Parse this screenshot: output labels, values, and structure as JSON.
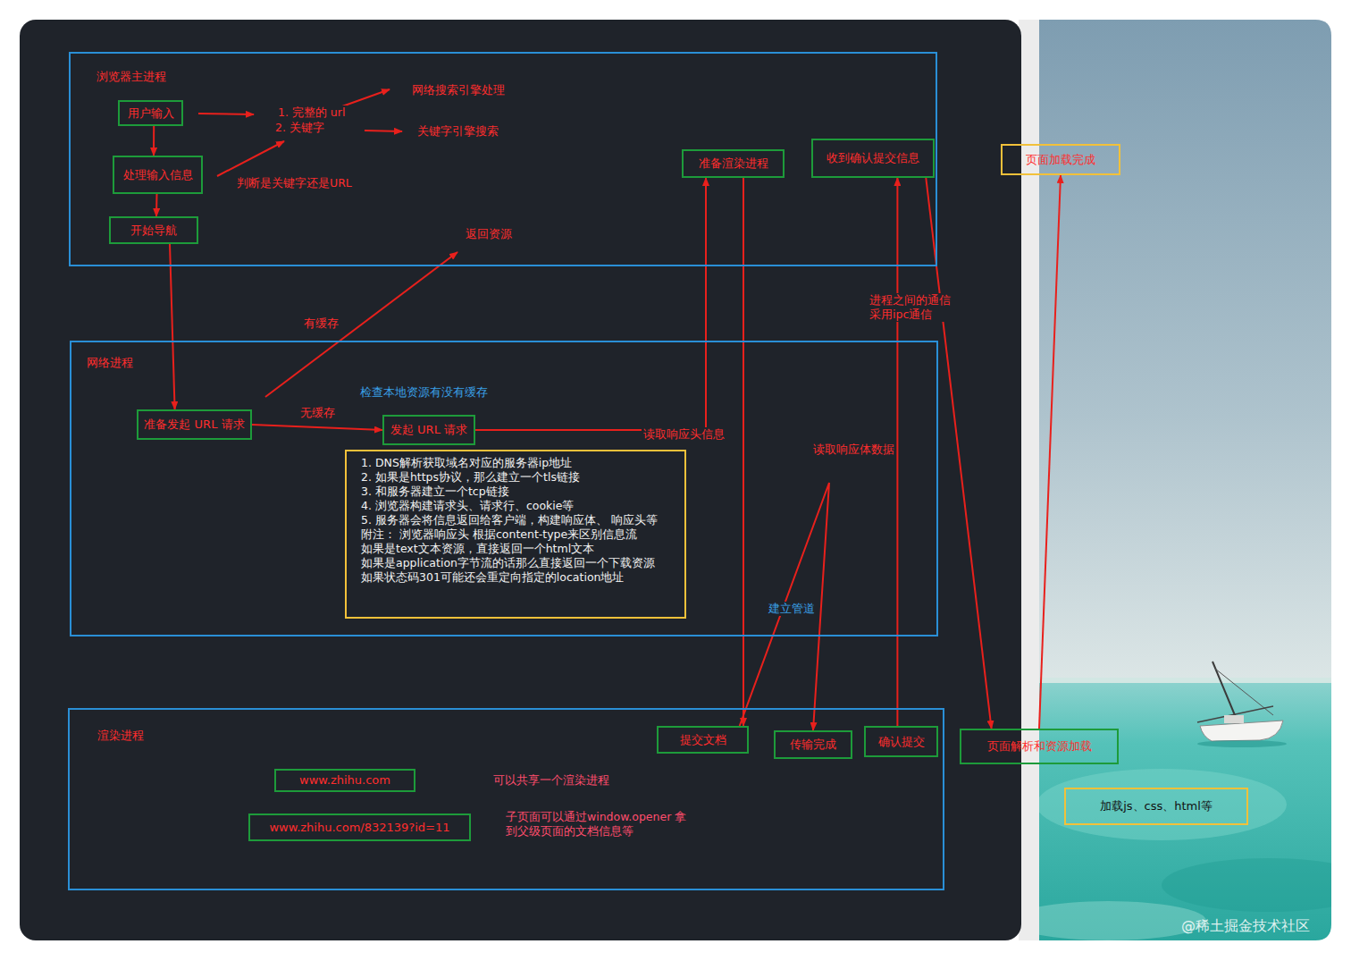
{
  "diagram": {
    "nodes": [
      {
        "text": [
          "浏览器主进程"
        ]
      },
      {
        "text": [
          "用户输入"
        ],
        "in": 0
      },
      {
        "text": [
          "处理输入信息"
        ],
        "in": 0
      },
      {
        "text": [
          "开始导航"
        ],
        "in": 0
      },
      {
        "text": [
          "准备渲染进程"
        ],
        "in": 0
      },
      {
        "text": [
          "收到确认提交信息"
        ],
        "in": 0
      },
      {
        "text": [
          "页面加载完成"
        ]
      },
      {
        "text": [
          "网络进程"
        ]
      },
      {
        "text": [
          "准备发起 URL 请求"
        ],
        "in": 7
      },
      {
        "text": [
          "发起 URL 请求"
        ],
        "in": 7
      },
      {
        "text": [
          "1. DNS解析获取域名对应的服务器ip地址",
          "2. 如果是https协议，那么建立一个tls链接",
          "3. 和服务器建立一个tcp链接",
          "4. 浏览器构建请求头、请求行、cookie等",
          "5. 服务器会将信息返回给客户端，构建响应体、 响应头等",
          "附注： 浏览器响应头 根据content-type来区别信息流",
          "如果是text文本资源，直接返回一个html文本",
          "如果是application字节流的话那么直接返回一个下载资源",
          "如果状态码301可能还会重定向指定的location地址"
        ],
        "in": 7
      },
      {
        "text": [
          "渲染进程"
        ]
      },
      {
        "text": [
          "提交文档"
        ],
        "in": 11
      },
      {
        "text": [
          "传输完成"
        ],
        "in": 11
      },
      {
        "text": [
          "确认提交"
        ],
        "in": 11
      },
      {
        "text": [
          "页面解析和资源加载"
        ]
      },
      {
        "text": [
          "www.zhihu.com"
        ],
        "in": 11
      },
      {
        "text": [
          "www.zhihu.com/832139?id=11"
        ],
        "in": 11
      },
      {
        "text": [
          "加载js、css、html等"
        ]
      }
    ],
    "edges": [
      {
        "from": 1,
        "to": 2,
        "arrow": "to"
      },
      {
        "from": 2,
        "to": 3,
        "arrow": "to"
      },
      {
        "from": 3,
        "to": 8,
        "arrow": "to"
      },
      {
        "from": 8,
        "to": 9,
        "label": "无缓存",
        "arrow": "to"
      },
      {
        "from": 9,
        "to": 4,
        "label": "读取响应头信息",
        "arrow": "to"
      },
      {
        "from": 4,
        "to": 12,
        "arrow": "to"
      },
      {
        "from": 12,
        "to": 13,
        "arrow": "to"
      },
      {
        "from": 14,
        "to": 5,
        "arrow": "to"
      },
      {
        "from": 5,
        "to": 15,
        "arrow": "to"
      },
      {
        "from": 15,
        "to": 6,
        "arrow": "to"
      }
    ],
    "labels": [
      "1. 完整的 url",
      "2. 关键字",
      "网络搜索引擎处理",
      "关键字引擎搜索",
      "判断是关键字还是URL",
      "返回资源",
      "有缓存",
      "检查本地资源有没有缓存",
      "读取响应体数据",
      "建立管道",
      "进程之间的通信 采用ipc通信",
      "可以共享一个渲染进程",
      "子页面可以通过window.opener 拿到父级页面的文档信息等",
      "@稀土掘金技术社区"
    ]
  }
}
